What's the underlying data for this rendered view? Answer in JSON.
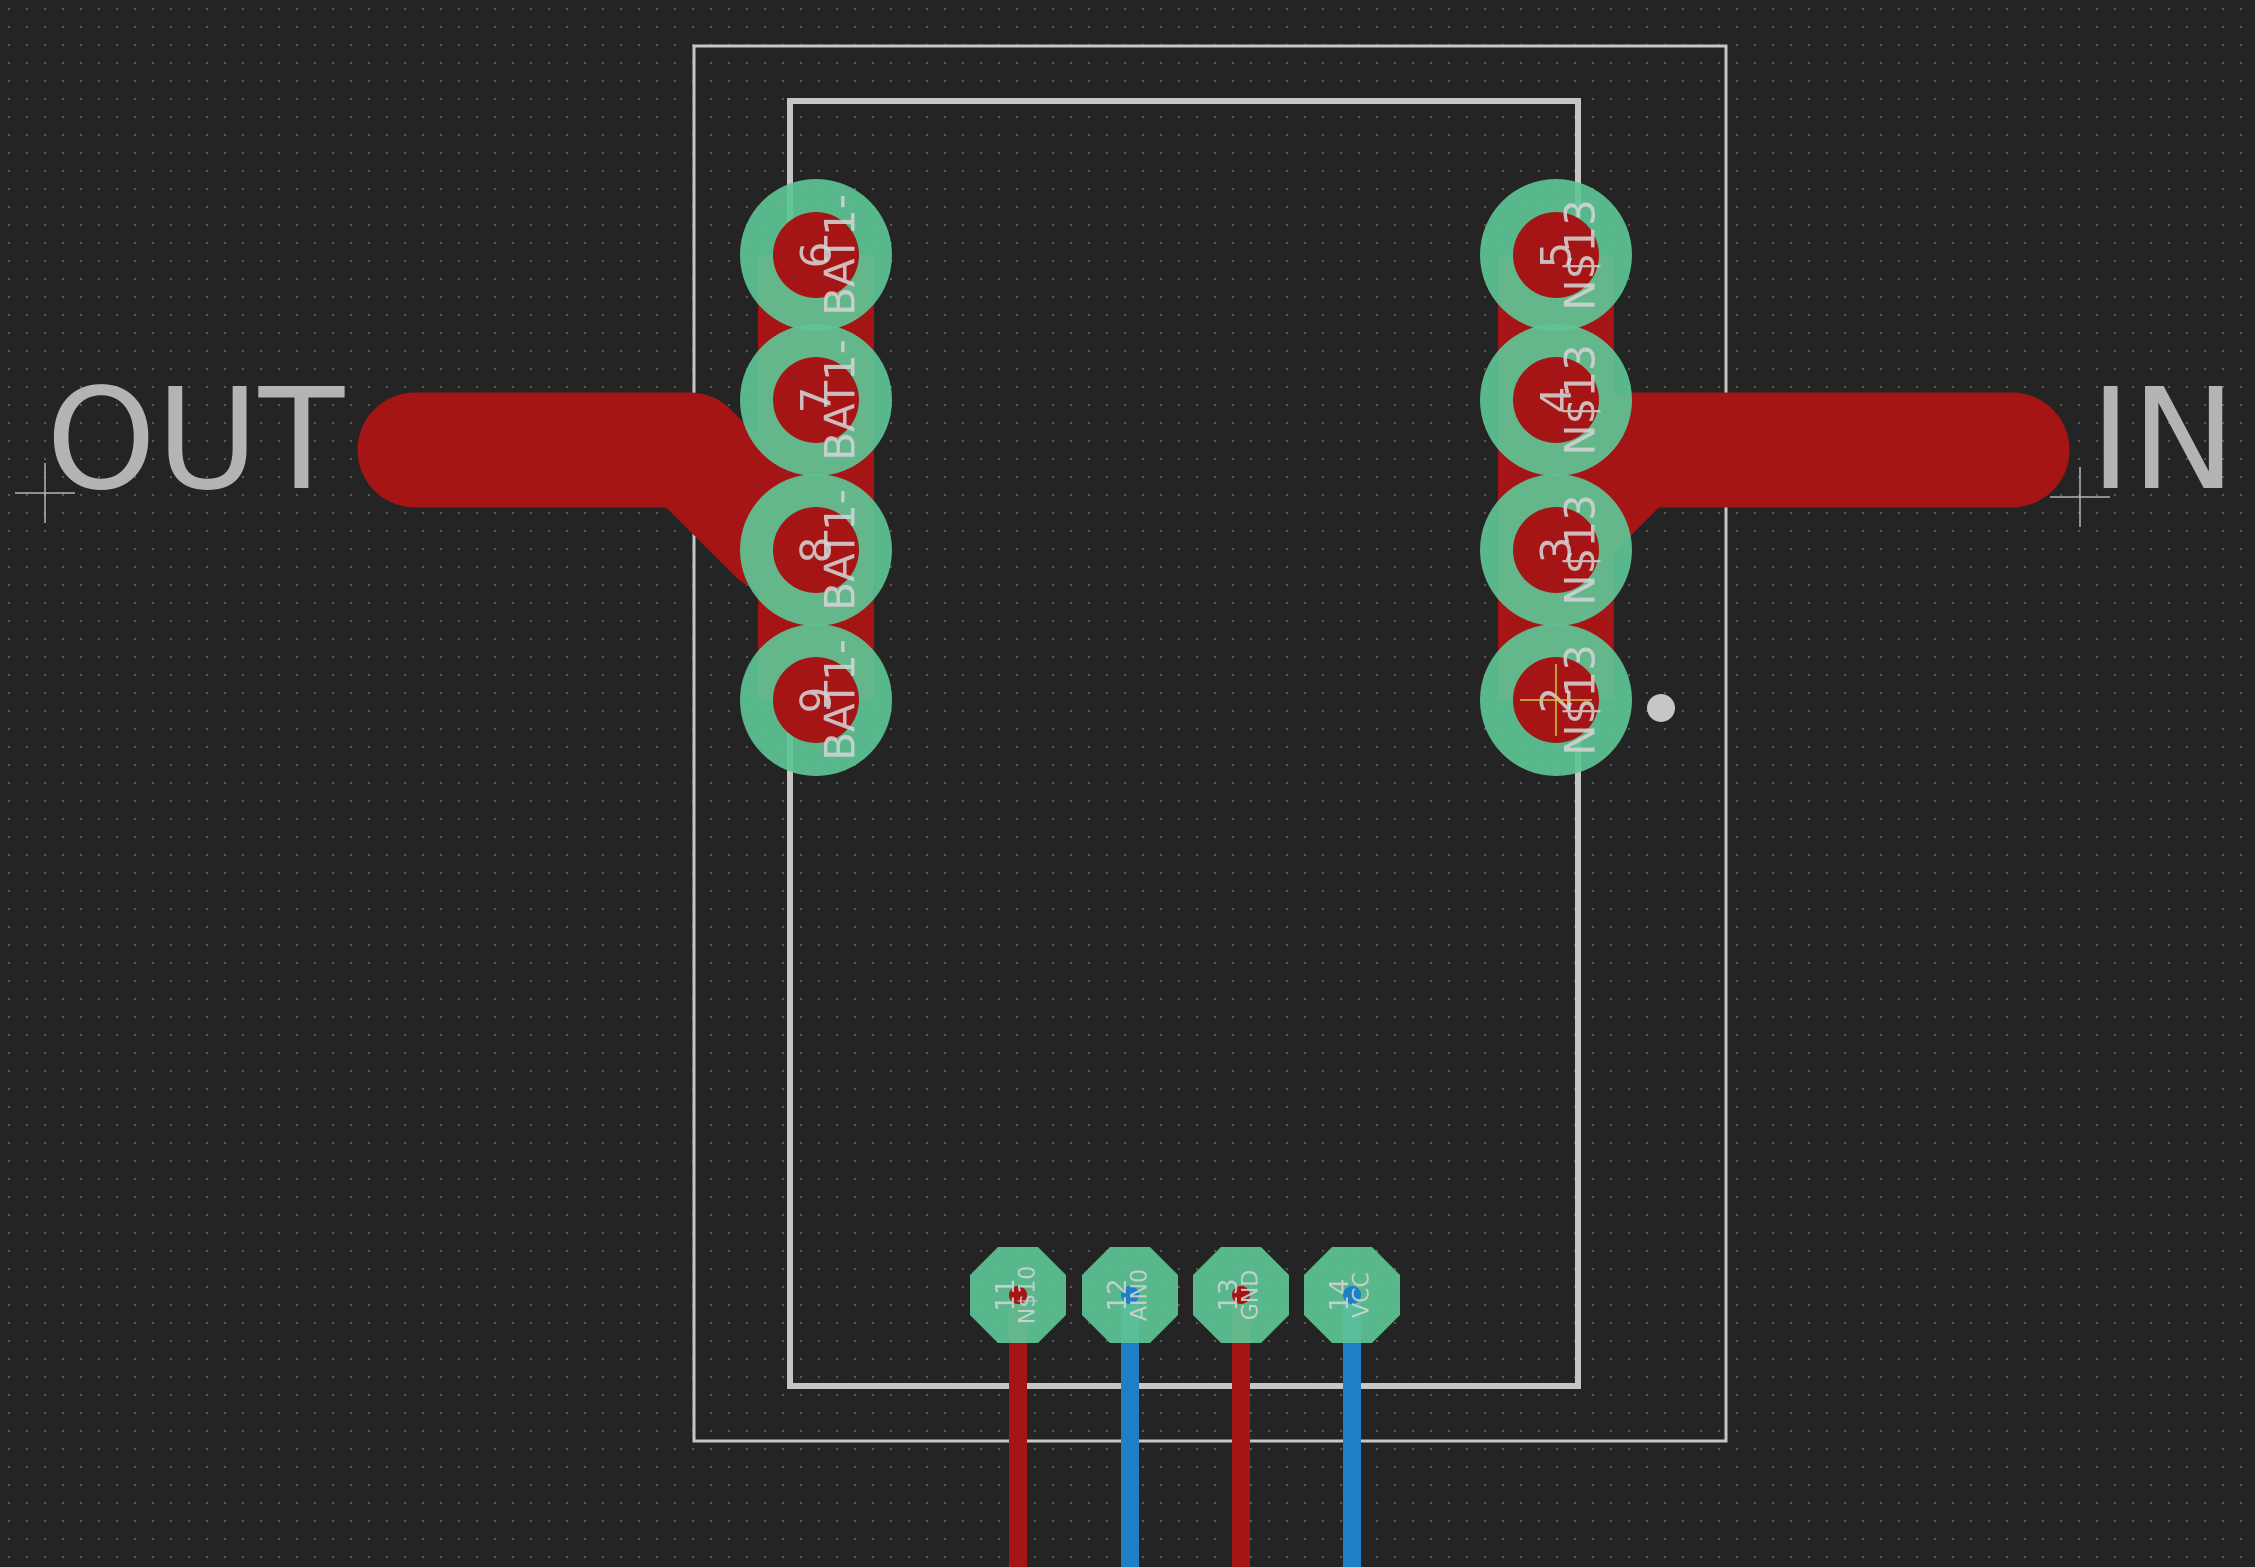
{
  "colors": {
    "background": "#242424",
    "grid_dot": "#5a5a5a",
    "top_copper": "#a51515",
    "bottom_copper": "#1e7fc4",
    "pad_ring": "#5ec496",
    "pad_core": "#a51515",
    "silkscreen": "#c6c6c6",
    "label_text": "#b4b4b4",
    "pad_text": "#d4d4d4"
  },
  "labels": {
    "out": "OUT",
    "in": "IN"
  },
  "pads_large": [
    {
      "id": "pad-6",
      "number": "6",
      "net": "BAT1-"
    },
    {
      "id": "pad-7",
      "number": "7",
      "net": "BAT1-"
    },
    {
      "id": "pad-8",
      "number": "8",
      "net": "BAT1-"
    },
    {
      "id": "pad-9",
      "number": "9",
      "net": "BAT1-"
    },
    {
      "id": "pad-5",
      "number": "5",
      "net": "N$13"
    },
    {
      "id": "pad-4",
      "number": "4",
      "net": "N$13"
    },
    {
      "id": "pad-3",
      "number": "3",
      "net": "N$13"
    },
    {
      "id": "pad-2",
      "number": "2",
      "net": "N$13"
    }
  ],
  "pads_small": [
    {
      "id": "pad-11",
      "number": "11",
      "net": "N$10",
      "layer": "top"
    },
    {
      "id": "pad-12",
      "number": "12",
      "net": "AIN0",
      "layer": "bottom"
    },
    {
      "id": "pad-13",
      "number": "13",
      "net": "GND",
      "layer": "top"
    },
    {
      "id": "pad-14",
      "number": "14",
      "net": "VCC",
      "layer": "bottom"
    }
  ],
  "icons": {
    "origin_marker": "crosshair-icon",
    "pin1_marker": "dot-icon"
  }
}
